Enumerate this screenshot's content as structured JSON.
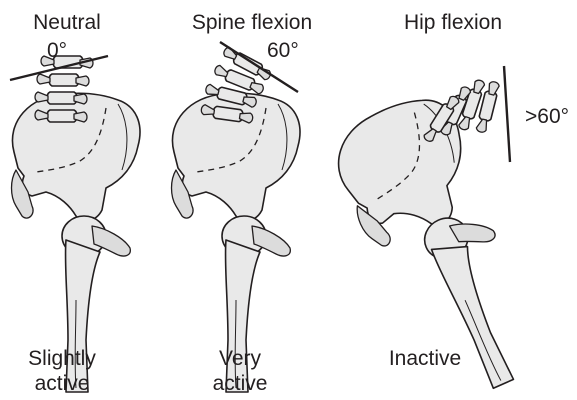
{
  "panels": [
    {
      "title": "Neutral",
      "angle": "0°",
      "caption_line1": "Slightly",
      "caption_line2": "active",
      "skeleton_icon": "pelvis-lumbar-spine-icon"
    },
    {
      "title": "Spine flexion",
      "angle": "60°",
      "caption_line1": "Very",
      "caption_line2": "active",
      "skeleton_icon": "pelvis-lumbar-spine-icon"
    },
    {
      "title": "Hip flexion",
      "angle": ">60°",
      "caption_line1": "Inactive",
      "caption_line2": "",
      "skeleton_icon": "pelvis-lumbar-spine-icon"
    }
  ],
  "colors": {
    "ink": "#231f20",
    "bone_fill": "#e9e9e9",
    "background": "#ffffff"
  }
}
